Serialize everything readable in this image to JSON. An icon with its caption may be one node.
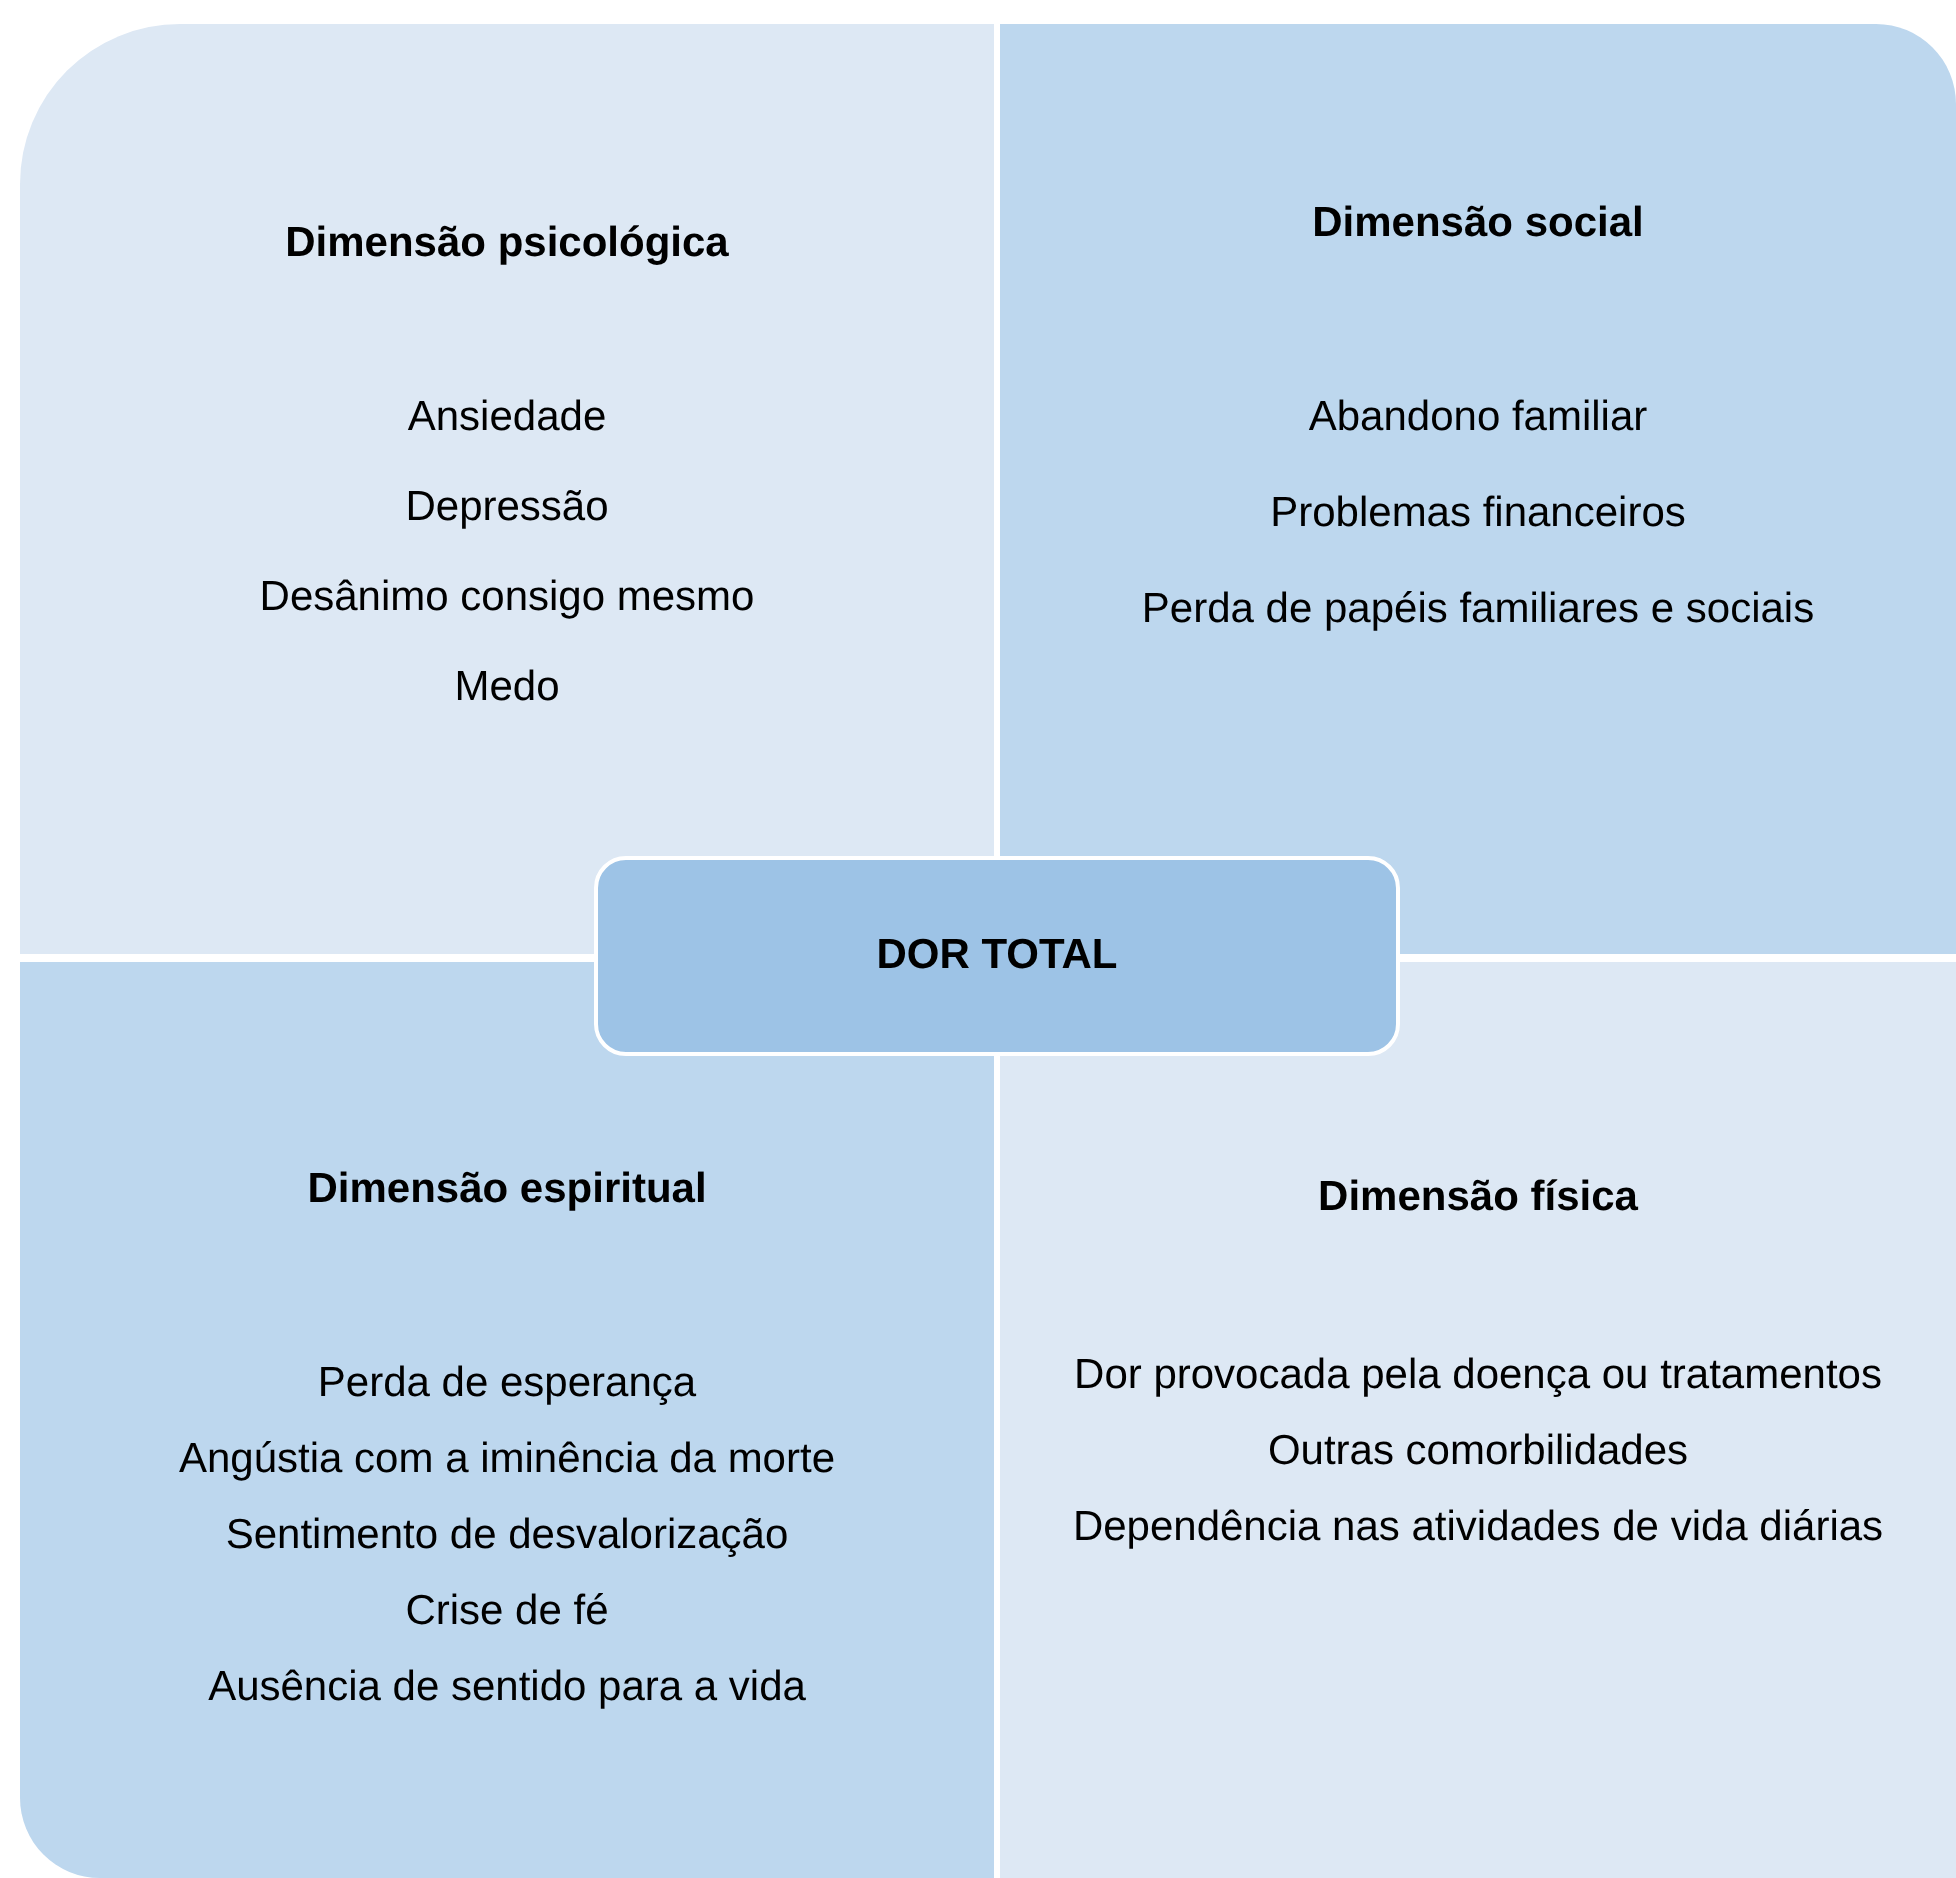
{
  "diagram": {
    "nodes": [
      {
        "text": [
          "Dimensão psicológica",
          "Ansiedade",
          "Depressão",
          "Desânimo consigo mesmo",
          "Medo"
        ]
      },
      {
        "text": [
          "Dimensão social",
          "Abandono familiar",
          "Problemas financeiros",
          "Perda de papéis familiares e sociais"
        ]
      },
      {
        "text": [
          "DOR TOTAL"
        ]
      },
      {
        "text": [
          "Dimensão espiritual",
          "Perda de esperança",
          "Angústia com a iminência da morte",
          "Sentimento de desvalorização",
          "Crise de fé",
          "Ausência de sentido para a vida"
        ]
      },
      {
        "text": [
          "Dimensão física",
          "Dor provocada pela doença ou tratamentos",
          "Outras comorbilidades",
          "Dependência nas atividades de vida diárias"
        ]
      }
    ],
    "edges": []
  }
}
